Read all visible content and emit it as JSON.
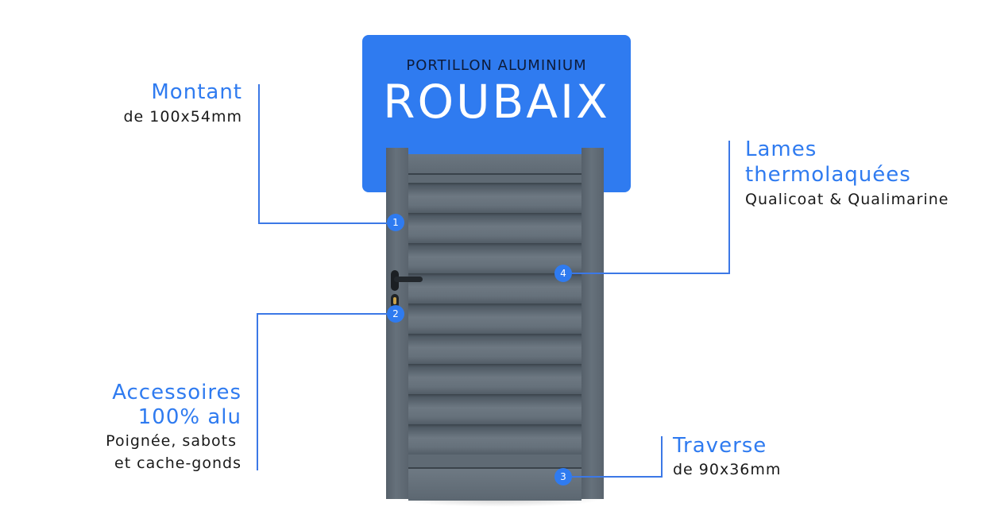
{
  "title": {
    "subtitle": "PORTILLON ALUMINIUM",
    "name": "ROUBAIX",
    "card_color": "#2f7bf0"
  },
  "callouts": [
    {
      "number": "1",
      "heading_lines": [
        "Montant"
      ],
      "desc_lines": [
        "de 100x54mm"
      ]
    },
    {
      "number": "2",
      "heading_lines": [
        "Accessoires",
        "100% alu"
      ],
      "desc_lines": [
        "Poignée, sabots",
        "et cache-gonds"
      ]
    },
    {
      "number": "3",
      "heading_lines": [
        "Traverse"
      ],
      "desc_lines": [
        "de 90x36mm"
      ]
    },
    {
      "number": "4",
      "heading_lines": [
        "Lames",
        "thermolaquées"
      ],
      "desc_lines": [
        "Qualicoat & Qualimarine"
      ]
    }
  ],
  "colors": {
    "accent": "#2f7bf0",
    "gate": "#5f6a74",
    "text": "#1a1a1a"
  }
}
